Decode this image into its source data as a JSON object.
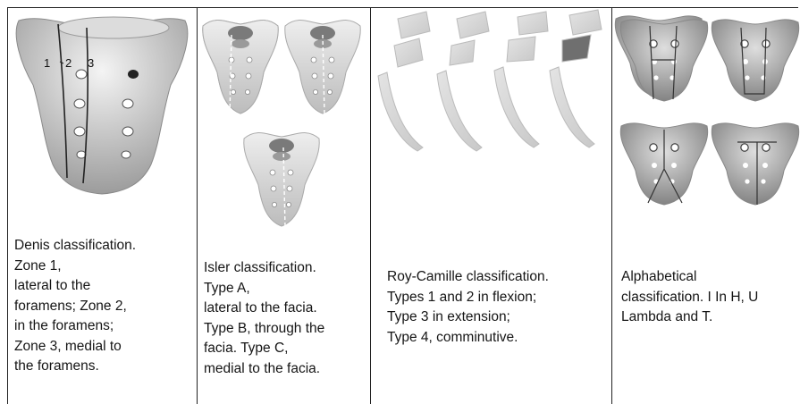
{
  "panels": [
    {
      "zone_labels": [
        "1",
        "2",
        "3"
      ],
      "caption": [
        "Denis classification.",
        "Zone 1,",
        "lateral to the",
        "foramens; Zone 2,",
        "in the foramens;",
        "Zone 3, medial to",
        "the foramens."
      ]
    },
    {
      "caption": [
        "Isler classification.",
        "Type A,",
        "lateral to the facia.",
        "Type B, through the",
        "facia. Type C,",
        "medial to the facia."
      ]
    },
    {
      "caption": [
        "Roy-Camille classification.",
        "Types 1 and 2 in flexion;",
        "Type 3 in extension;",
        "Type 4, comminutive."
      ]
    },
    {
      "caption": [
        "Alphabetical",
        "classification. I In H, U",
        "Lambda and T."
      ]
    }
  ],
  "colors": {
    "bone_light": "#e9e9e9",
    "bone_mid": "#bdbdbd",
    "bone_dark": "#7a7a7a",
    "line": "#222222"
  }
}
